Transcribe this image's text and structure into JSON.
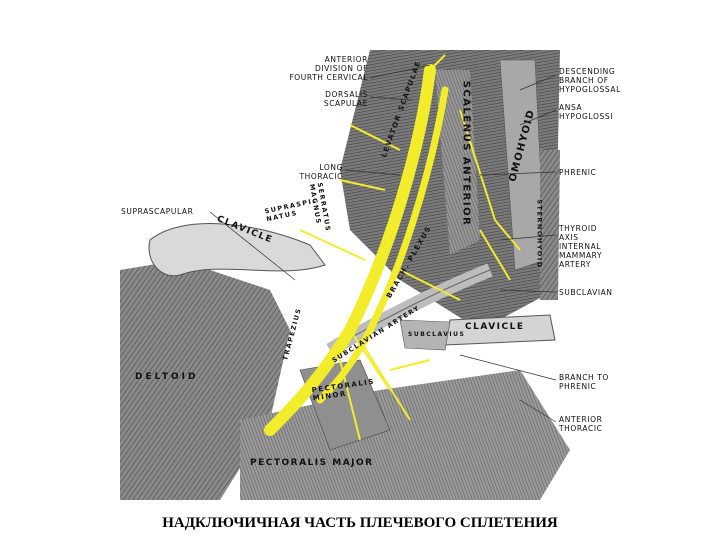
{
  "labels": {
    "anterior_division": "ANTERIOR\nDIVISION OF\nFOURTH CERVICAL",
    "dorsalis_scapulae": "DORSALIS\nSCAPULAE",
    "long_thoracic": "LONG\nTHORACIC",
    "suprascapular": "SUPRASCAPULAR",
    "descending_branch": "DESCENDING\nBRANCH OF\nHYPOGLOSSAL",
    "ansa_hypoglossi": "ANSA\nHYPOGLOSSI",
    "phrenic": "PHRENIC",
    "thyroid_axis": "THYROID\nAXIS\nINTERNAL\nMAMMARY\nARTERY",
    "subclavian": "SUBCLAVIAN",
    "branch_to_phrenic": "BRANCH TO\nPHRENIC",
    "anterior_thoracic": "ANTERIOR\nTHORACIC"
  },
  "inline": {
    "clavicle_left": "CLAVICLE",
    "clavicle_right": "CLAVICLE",
    "deltoid": "DELTOID",
    "pectoralis_major": "PECTORALIS   MAJOR",
    "pectoralis_minor": "PECTORALIS\nMINOR",
    "scalenus_anterior": "SCALENUS ANTERIOR",
    "omohyoid": "OMOHYOID",
    "brachial_plexus": "BRACH. PLEXUS",
    "subclavius": "SUBCLAVIUS",
    "supraspinatus": "SUPRASPI-\nNATUS",
    "levator_scapulae": "LEVATOR SCAPULAE",
    "serratus_magnus": "SERRATUS\nMAGNUS",
    "subclavian_artery": "SUBCLAVIAN ARTERY",
    "sternohyoid": "STERNOHYOID",
    "trapezius": "TRAPEZIUS"
  },
  "caption": "НАДКЛЮЧИЧНАЯ ЧАСТЬ ПЛЕЧЕВОГО СПЛЕТЕНИЯ",
  "colors": {
    "nerve": "#f2ec2a",
    "muscle_dark": "#6f6f6f",
    "muscle_light": "#c8c8c8",
    "bone": "#d9d9d9"
  }
}
